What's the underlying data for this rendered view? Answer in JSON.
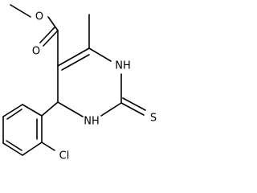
{
  "molecule": {
    "atoms": {
      "ester_oxygen": "O",
      "carbonyl_oxygen": "O",
      "nh_top": "NH",
      "nh_bottom": "NH",
      "thione_sulfur": "S",
      "chlorine": "Cl"
    },
    "colors": {
      "bonds": "#000000",
      "labels": "#000000",
      "background": "#ffffff"
    }
  }
}
